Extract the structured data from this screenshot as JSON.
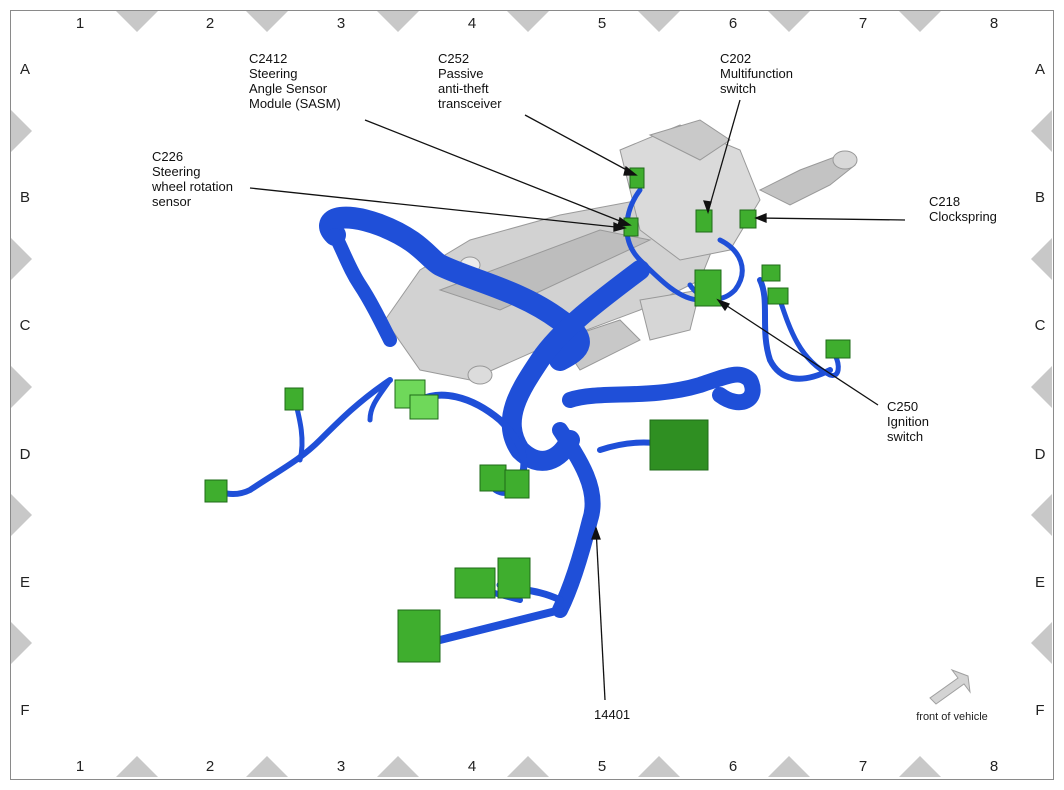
{
  "grid": {
    "columns": [
      "1",
      "2",
      "3",
      "4",
      "5",
      "6",
      "7",
      "8"
    ],
    "rows": [
      "A",
      "B",
      "C",
      "D",
      "E",
      "F"
    ]
  },
  "callouts": {
    "c2412": [
      "C2412",
      "Steering",
      "Angle Sensor",
      "Module (SASM)"
    ],
    "c252": [
      "C252",
      "Passive",
      "anti-theft",
      "transceiver"
    ],
    "c202": [
      "C202",
      "Multifunction",
      "switch"
    ],
    "c226": [
      "C226",
      "Steering",
      "wheel rotation",
      "sensor"
    ],
    "c218": [
      "C218",
      "Clockspring"
    ],
    "c250": [
      "C250",
      "Ignition",
      "switch"
    ],
    "harness": [
      "14401"
    ]
  },
  "front_of_vehicle": "front of vehicle",
  "colors": {
    "harness": "#1f4fd8",
    "connector": "#3fae2e",
    "column": "#cfcfcf"
  }
}
